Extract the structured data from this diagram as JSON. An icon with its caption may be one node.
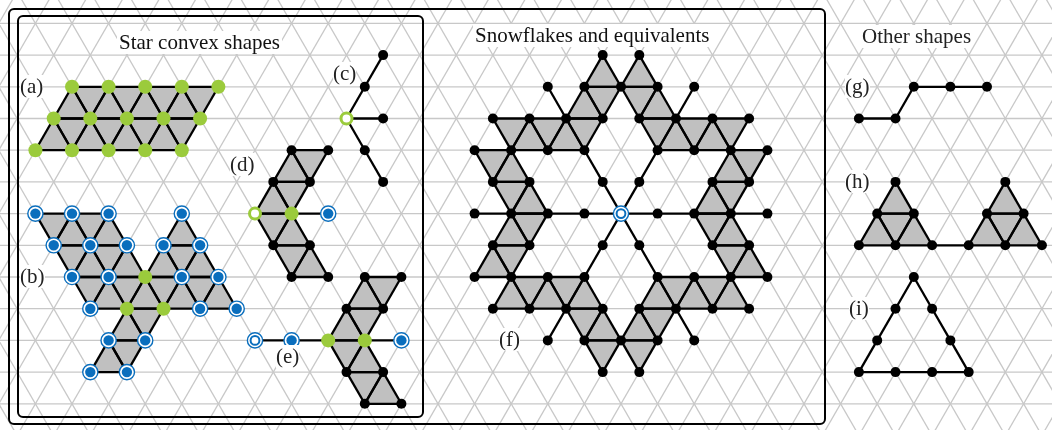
{
  "diagram": {
    "nodes": [
      {
        "text": [
          "Snowflakes and equivalents"
        ]
      },
      {
        "text": [
          "Star convex shapes"
        ],
        "in": 0
      }
    ],
    "labels": [
      "Other shapes",
      "(a)",
      "(b)",
      "(c)",
      "(d)",
      "(e)",
      "(f)",
      "(g)",
      "(h)",
      "(i)"
    ]
  }
}
